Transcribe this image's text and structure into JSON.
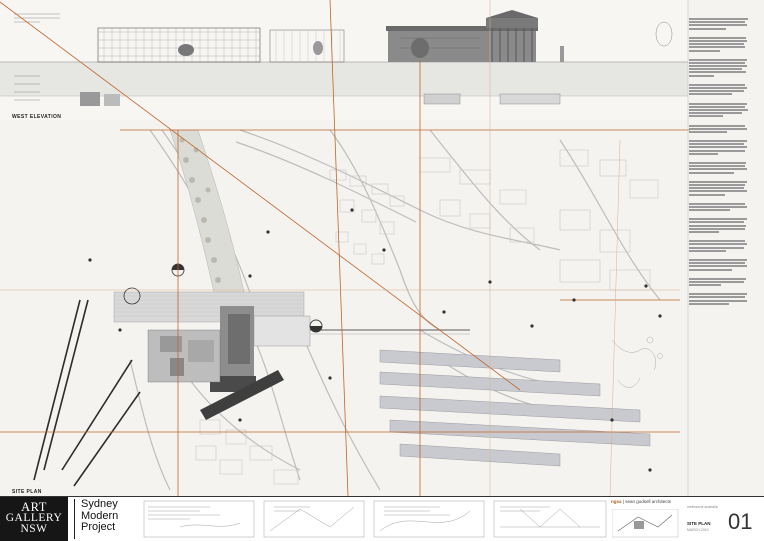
{
  "labels": {
    "west_elevation": "WEST ELEVATION",
    "site_plan": "SITE PLAN"
  },
  "logo": {
    "line1": "ART",
    "line2": "GALLERY",
    "line3": "NSW"
  },
  "project": {
    "line1": "Sydney",
    "line2": "Modern",
    "line3": "Project"
  },
  "architect": {
    "prefix": "ngsa",
    "name": "| sean godsell architects",
    "location": "melbourne australia"
  },
  "sheet": {
    "title": "SITE PLAN",
    "date": "MARCH 2010",
    "number": "01"
  },
  "colors": {
    "accent_orange": "#c0652a",
    "plan_dark": "#3a3a3a",
    "plan_light": "#cfcfcf",
    "background": "#f4f3f0"
  }
}
